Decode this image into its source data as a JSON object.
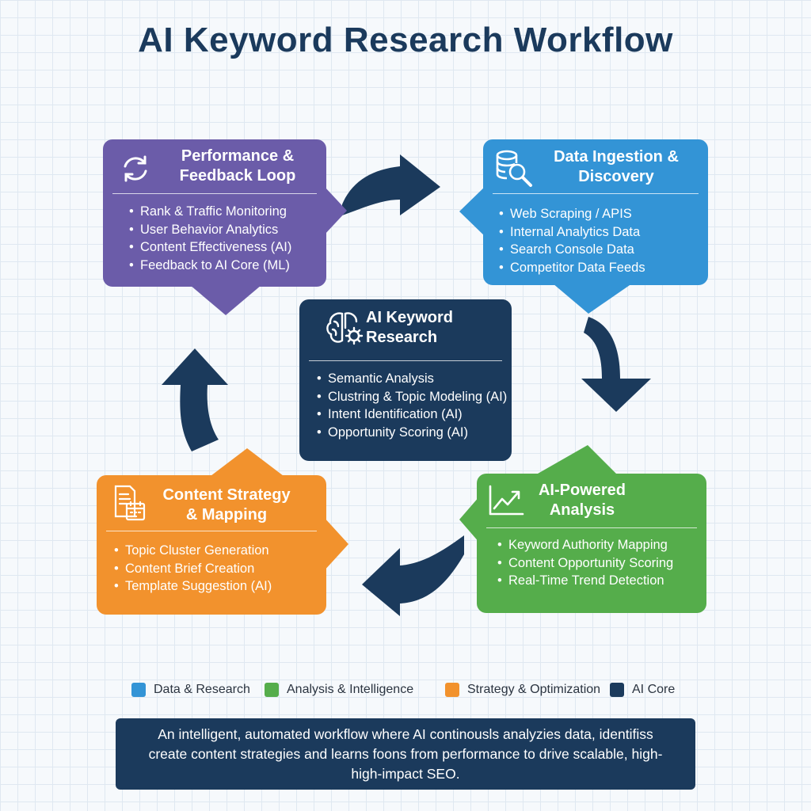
{
  "title": "AI Keyword Research Workflow",
  "colors": {
    "purple": "#6b5ca9",
    "blue": "#3394d6",
    "navy": "#1b3a5c",
    "green": "#55ad4b",
    "orange": "#f2922d",
    "arrow": "#1b3a5c"
  },
  "cards": {
    "performance": {
      "icon": "refresh-cycle-icon",
      "title_line1": "Performance &",
      "title_line2": "Feedback Loop",
      "items": [
        "Rank & Traffic Monitoring",
        "User Behavior Analytics",
        "Content Effectiveness (AI)",
        "Feedback to AI Core (ML)"
      ]
    },
    "ingestion": {
      "icon": "database-search-icon",
      "title_line1": "Data Ingestion &",
      "title_line2": "Discovery",
      "items": [
        "Web Scraping / APIS",
        "Internal Analytics Data",
        "Search Console Data",
        "Competitor Data Feeds"
      ]
    },
    "core": {
      "icon": "brain-gear-icon",
      "title_line1": "AI Keyword",
      "title_line2": "Research",
      "items": [
        "Semantic Analysis",
        "Clustring & Topic Modeling (AI)",
        "Intent Identification (AI)",
        "Opportunity Scoring (AI)"
      ]
    },
    "strategy": {
      "icon": "document-calendar-icon",
      "title_line1": "Content Strategy",
      "title_line2": "& Mapping",
      "items": [
        "Topic Cluster Generation",
        "Content Brief Creation",
        "Template Suggestion (AI)"
      ]
    },
    "analysis": {
      "icon": "trend-chart-icon",
      "title_line1": "AI-Powered",
      "title_line2": "Analysis",
      "items": [
        "Keyword Authority Mapping",
        "Content Opportunity Scoring",
        "Real-Time Trend Detection"
      ]
    }
  },
  "legend": [
    {
      "label": "Data & Research",
      "color": "#3394d6"
    },
    {
      "label": "Analysis & Intelligence",
      "color": "#55ad4b"
    },
    {
      "label": "Strategy & Optimization",
      "color": "#f2922d"
    },
    {
      "label": "AI Core",
      "color": "#1b3a5c"
    }
  ],
  "summary": {
    "line1": "An intelligent, automated workflow where AI continousls analyzies data, identifiss",
    "line2": "create content strategies and learns foons from performance to drive scalable, high-",
    "line3": "high-impact SEO."
  }
}
